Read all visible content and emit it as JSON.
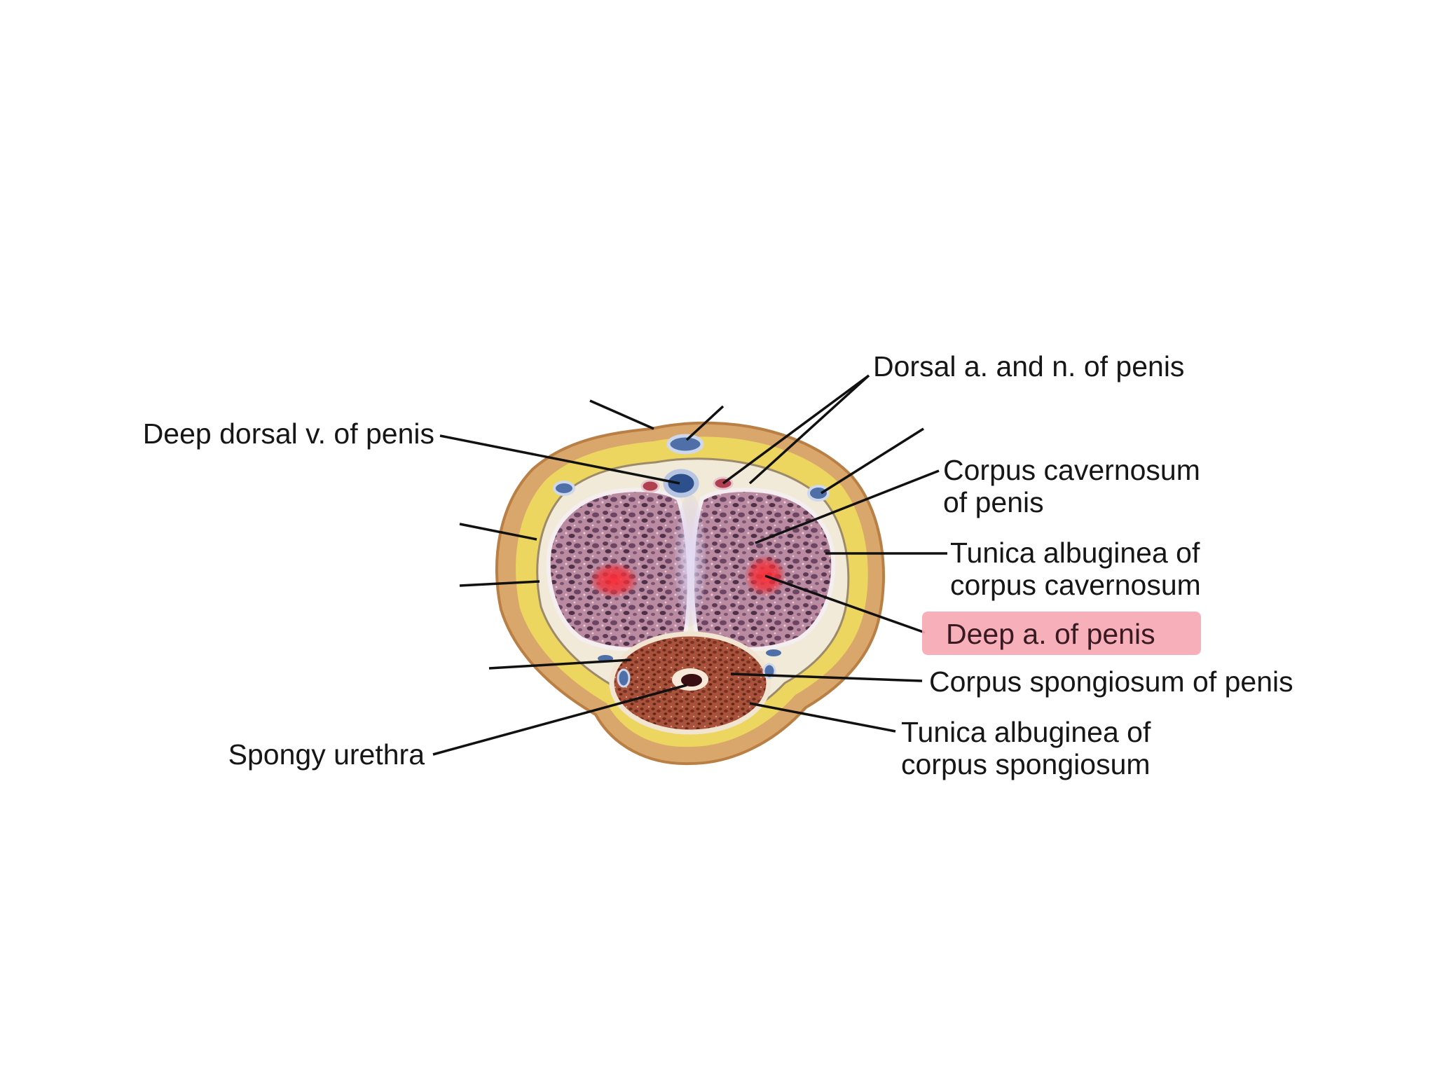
{
  "labels": {
    "deep_dorsal_vein": "Deep dorsal v. of penis",
    "dorsal_artery_nerve": "Dorsal a. and n. of penis",
    "corpus_cavernosum": [
      "Corpus cavernosum",
      "of penis"
    ],
    "tunica_albuginea_cavernosum": [
      "Tunica albuginea of",
      "corpus cavernosum"
    ],
    "deep_artery": "Deep a. of penis",
    "corpus_spongiosum": "Corpus spongiosum of penis",
    "tunica_albuginea_spongiosum": [
      "Tunica albuginea of",
      "corpus spongiosum"
    ],
    "spongy_urethra": "Spongy urethra"
  },
  "colors": {
    "skin": "#d9a66c",
    "skin_edge": "#b97f45",
    "fat": "#ecd660",
    "fascia": "#f1ead8",
    "cavernosum": "#b98aa0",
    "cavernosum_sinus": "#5c3a55",
    "septum": "#cfc2e6",
    "spongiosum": "#a8523c",
    "vein": "#4f6fa8",
    "artery": "#b04050",
    "deep_artery_glow": "#f0303a",
    "highlight": "#f6a9b4",
    "leader": "#111111"
  }
}
